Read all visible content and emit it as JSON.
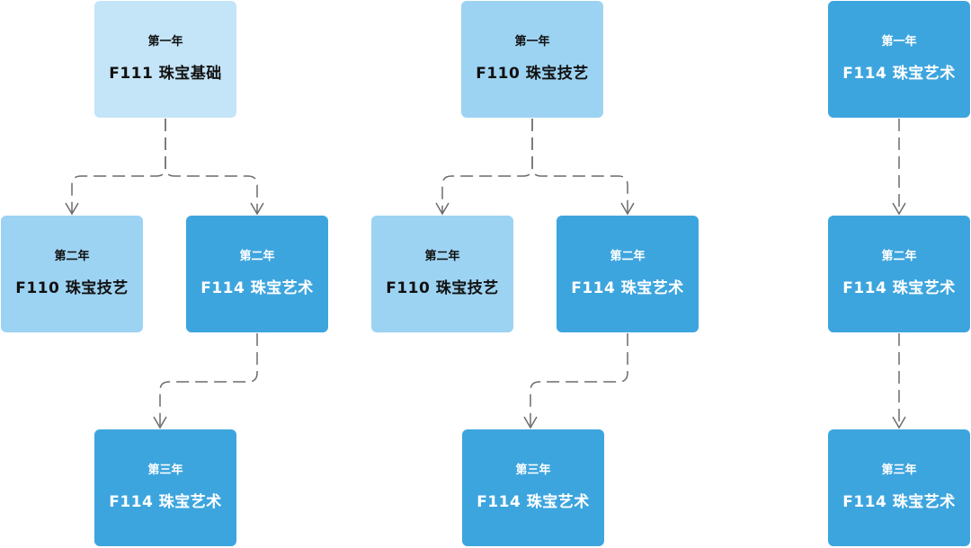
{
  "colors": {
    "lightest": "#C4E4F7",
    "light": "#9DD3F2",
    "medium": "#3DA5DE",
    "connector": "#6b6b6b"
  },
  "paths": [
    {
      "name": "path-1",
      "year1": {
        "year": "第一年",
        "course": "F111 珠宝基础"
      },
      "year2_left": {
        "year": "第二年",
        "course": "F110 珠宝技艺"
      },
      "year2_right": {
        "year": "第二年",
        "course": "F114 珠宝艺术"
      },
      "year3": {
        "year": "第三年",
        "course": "F114 珠宝艺术"
      }
    },
    {
      "name": "path-2",
      "year1": {
        "year": "第一年",
        "course": "F110 珠宝技艺"
      },
      "year2_left": {
        "year": "第二年",
        "course": "F110 珠宝技艺"
      },
      "year2_right": {
        "year": "第二年",
        "course": "F114 珠宝艺术"
      },
      "year3": {
        "year": "第三年",
        "course": "F114 珠宝艺术"
      }
    },
    {
      "name": "path-3",
      "year1": {
        "year": "第一年",
        "course": "F114 珠宝艺术"
      },
      "year2": {
        "year": "第二年",
        "course": "F114 珠宝艺术"
      },
      "year3": {
        "year": "第三年",
        "course": "F114 珠宝艺术"
      }
    }
  ]
}
